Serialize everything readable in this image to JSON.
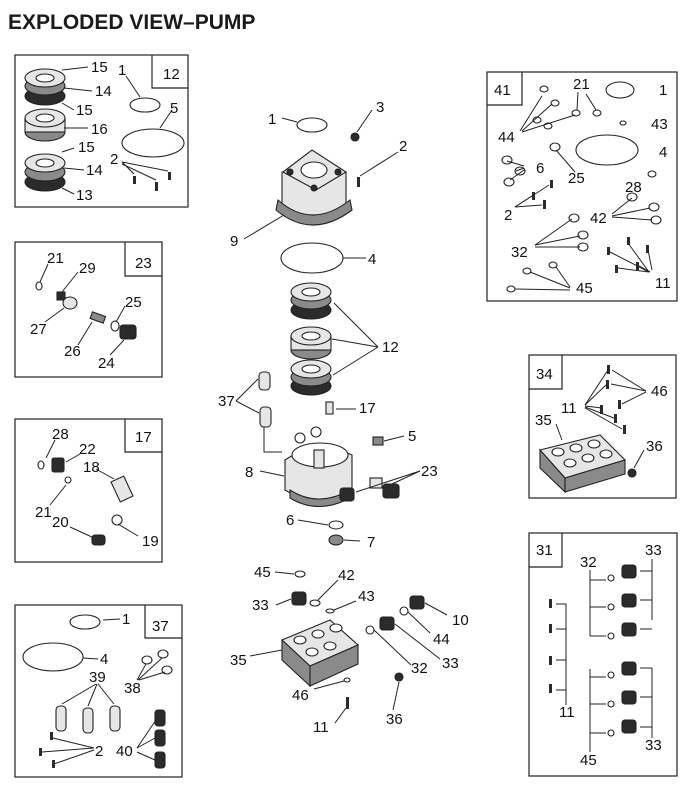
{
  "title": "EXPLODED VIEW–PUMP",
  "kits": {
    "k12": {
      "number": "12",
      "labels": [
        "15",
        "14",
        "15",
        "16",
        "15",
        "14",
        "13",
        "1",
        "5",
        "2"
      ]
    },
    "k23": {
      "number": "23",
      "labels": [
        "21",
        "29",
        "25",
        "27",
        "26",
        "24"
      ]
    },
    "k17": {
      "number": "17",
      "labels": [
        "28",
        "22",
        "18",
        "21",
        "20",
        "19"
      ]
    },
    "k37": {
      "number": "37",
      "labels": [
        "1",
        "4",
        "39",
        "38",
        "40",
        "2"
      ]
    },
    "k41": {
      "number": "41",
      "labels": [
        "21",
        "1",
        "44",
        "43",
        "6",
        "25",
        "4",
        "28",
        "42",
        "2",
        "32",
        "11",
        "45"
      ]
    },
    "k34": {
      "number": "34",
      "labels": [
        "46",
        "11",
        "35",
        "36"
      ]
    },
    "k31": {
      "number": "31",
      "labels": [
        "32",
        "33",
        "11",
        "33",
        "45"
      ]
    }
  },
  "main": {
    "labels": [
      "3",
      "1",
      "2",
      "9",
      "4",
      "12",
      "37",
      "17",
      "5",
      "8",
      "23",
      "6",
      "7",
      "45",
      "42",
      "33",
      "43",
      "10",
      "44",
      "35",
      "32",
      "33",
      "46",
      "11",
      "36"
    ]
  }
}
